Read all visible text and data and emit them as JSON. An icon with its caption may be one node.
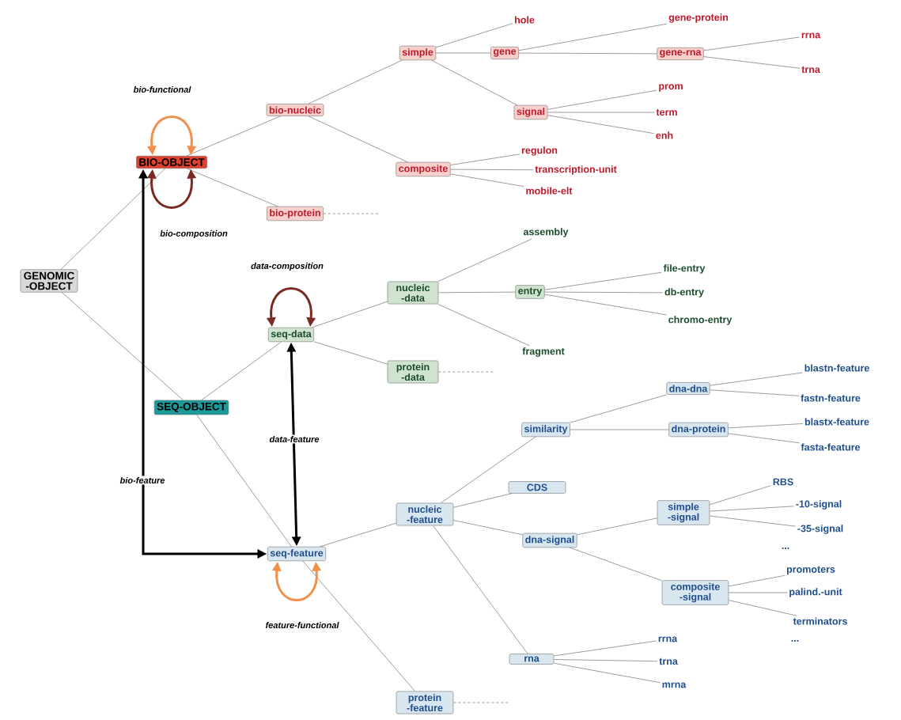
{
  "diagram": {
    "nodes": [
      {
        "text": [
          "GENOMIC -OBJECT"
        ]
      },
      {
        "text": [
          "BIO-OBJECT"
        ]
      },
      {
        "text": [
          "SEQ-OBJECT"
        ]
      },
      {
        "text": [
          "bio-nucleic"
        ]
      },
      {
        "text": [
          "bio-protein"
        ]
      },
      {
        "text": [
          "simple"
        ]
      },
      {
        "text": [
          "composite"
        ]
      },
      {
        "text": [
          "hole"
        ]
      },
      {
        "text": [
          "gene"
        ]
      },
      {
        "text": [
          "signal"
        ]
      },
      {
        "text": [
          "gene-protein"
        ]
      },
      {
        "text": [
          "gene-rna"
        ]
      },
      {
        "text": [
          "rrna"
        ]
      },
      {
        "text": [
          "trna"
        ]
      },
      {
        "text": [
          "prom"
        ]
      },
      {
        "text": [
          "term"
        ]
      },
      {
        "text": [
          "enh"
        ]
      },
      {
        "text": [
          "regulon"
        ]
      },
      {
        "text": [
          "transcription-unit"
        ]
      },
      {
        "text": [
          "mobile-elt"
        ]
      },
      {
        "text": [
          "seq-data"
        ]
      },
      {
        "text": [
          "nucleic -data"
        ]
      },
      {
        "text": [
          "protein -data"
        ]
      },
      {
        "text": [
          "assembly"
        ]
      },
      {
        "text": [
          "entry"
        ]
      },
      {
        "text": [
          "fragment"
        ]
      },
      {
        "text": [
          "file-entry"
        ]
      },
      {
        "text": [
          "db-entry"
        ]
      },
      {
        "text": [
          "chromo-entry"
        ]
      },
      {
        "text": [
          "seq-feature"
        ]
      },
      {
        "text": [
          "nucleic -feature"
        ]
      },
      {
        "text": [
          "protein -feature"
        ]
      },
      {
        "text": [
          "similarity"
        ]
      },
      {
        "text": [
          "CDS"
        ]
      },
      {
        "text": [
          "dna-signal"
        ]
      },
      {
        "text": [
          "rna"
        ]
      },
      {
        "text": [
          "dna-dna"
        ]
      },
      {
        "text": [
          "dna-protein"
        ]
      },
      {
        "text": [
          "simple -signal"
        ]
      },
      {
        "text": [
          "composite -signal"
        ]
      },
      {
        "text": [
          "blastn-feature"
        ]
      },
      {
        "text": [
          "fastn-feature"
        ]
      },
      {
        "text": [
          "blastx-feature"
        ]
      },
      {
        "text": [
          "fasta-feature"
        ]
      },
      {
        "text": [
          "RBS"
        ]
      },
      {
        "text": [
          "-10-signal"
        ]
      },
      {
        "text": [
          "-35-signal"
        ]
      },
      {
        "text": [
          "promoters"
        ]
      },
      {
        "text": [
          "palind.-unit"
        ]
      },
      {
        "text": [
          "terminators"
        ]
      },
      {
        "text": [
          "rrna"
        ]
      },
      {
        "text": [
          "trna"
        ]
      },
      {
        "text": [
          "mrna"
        ]
      }
    ],
    "edges": [
      {
        "from": 0,
        "to": 1,
        "arrow": "none"
      },
      {
        "from": 0,
        "to": 2,
        "arrow": "none"
      },
      {
        "from": 1,
        "to": 3,
        "arrow": "none"
      },
      {
        "from": 1,
        "to": 4,
        "arrow": "none"
      },
      {
        "from": 2,
        "to": 20,
        "arrow": "none"
      },
      {
        "from": 2,
        "to": 29,
        "arrow": "none"
      },
      {
        "from": 3,
        "to": 5,
        "arrow": "none"
      },
      {
        "from": 3,
        "to": 6,
        "arrow": "none"
      },
      {
        "from": 5,
        "to": 7,
        "arrow": "none"
      },
      {
        "from": 5,
        "to": 8,
        "arrow": "none"
      },
      {
        "from": 5,
        "to": 9,
        "arrow": "none"
      },
      {
        "from": 8,
        "to": 10,
        "arrow": "none"
      },
      {
        "from": 8,
        "to": 11,
        "arrow": "none"
      },
      {
        "from": 11,
        "to": 12,
        "arrow": "none"
      },
      {
        "from": 11,
        "to": 13,
        "arrow": "none"
      },
      {
        "from": 9,
        "to": 14,
        "arrow": "none"
      },
      {
        "from": 9,
        "to": 15,
        "arrow": "none"
      },
      {
        "from": 9,
        "to": 16,
        "arrow": "none"
      },
      {
        "from": 6,
        "to": 17,
        "arrow": "none"
      },
      {
        "from": 6,
        "to": 18,
        "arrow": "none"
      },
      {
        "from": 6,
        "to": 19,
        "arrow": "none"
      },
      {
        "from": 20,
        "to": 21,
        "arrow": "none"
      },
      {
        "from": 20,
        "to": 22,
        "arrow": "none"
      },
      {
        "from": 21,
        "to": 23,
        "arrow": "none"
      },
      {
        "from": 21,
        "to": 24,
        "arrow": "none"
      },
      {
        "from": 21,
        "to": 25,
        "arrow": "none"
      },
      {
        "from": 24,
        "to": 26,
        "arrow": "none"
      },
      {
        "from": 24,
        "to": 27,
        "arrow": "none"
      },
      {
        "from": 24,
        "to": 28,
        "arrow": "none"
      },
      {
        "from": 29,
        "to": 30,
        "arrow": "none"
      },
      {
        "from": 29,
        "to": 31,
        "arrow": "none"
      },
      {
        "from": 30,
        "to": 32,
        "arrow": "none"
      },
      {
        "from": 30,
        "to": 33,
        "arrow": "none"
      },
      {
        "from": 30,
        "to": 34,
        "arrow": "none"
      },
      {
        "from": 30,
        "to": 35,
        "arrow": "none"
      },
      {
        "from": 32,
        "to": 36,
        "arrow": "none"
      },
      {
        "from": 32,
        "to": 37,
        "arrow": "none"
      },
      {
        "from": 36,
        "to": 40,
        "arrow": "none"
      },
      {
        "from": 36,
        "to": 41,
        "arrow": "none"
      },
      {
        "from": 37,
        "to": 42,
        "arrow": "none"
      },
      {
        "from": 37,
        "to": 43,
        "arrow": "none"
      },
      {
        "from": 34,
        "to": 38,
        "arrow": "none"
      },
      {
        "from": 34,
        "to": 39,
        "arrow": "none"
      },
      {
        "from": 38,
        "to": 44,
        "arrow": "none"
      },
      {
        "from": 38,
        "to": 45,
        "arrow": "none"
      },
      {
        "from": 38,
        "to": 46,
        "arrow": "none"
      },
      {
        "from": 39,
        "to": 47,
        "arrow": "none"
      },
      {
        "from": 39,
        "to": 48,
        "arrow": "none"
      },
      {
        "from": 39,
        "to": 49,
        "arrow": "none"
      },
      {
        "from": 35,
        "to": 50,
        "arrow": "none"
      },
      {
        "from": 35,
        "to": 51,
        "arrow": "none"
      },
      {
        "from": 35,
        "to": 52,
        "arrow": "none"
      },
      {
        "from": 4,
        "to": null,
        "arrow": "none",
        "style": "dashed",
        "color": "#999999"
      },
      {
        "from": 22,
        "to": null,
        "arrow": "none",
        "style": "dashed",
        "color": "#999999"
      },
      {
        "from": 31,
        "to": null,
        "arrow": "none",
        "style": "dashed",
        "color": "#999999"
      },
      {
        "from": 1,
        "to": 1,
        "arrow": "both",
        "label": "bio-functional",
        "style": "thick",
        "color": "#f0904a"
      },
      {
        "from": 1,
        "to": 1,
        "arrow": "both",
        "label": "bio-composition",
        "style": "thick",
        "color": "#7a2a22"
      },
      {
        "from": 1,
        "to": 29,
        "arrow": "both",
        "label": "bio-feature",
        "style": "thick",
        "color": "#000000"
      },
      {
        "from": 20,
        "to": 20,
        "arrow": "both",
        "label": "data-composition",
        "style": "thick",
        "color": "#7a2a22"
      },
      {
        "from": 20,
        "to": 29,
        "arrow": "both",
        "label": "data-feature",
        "style": "thick",
        "color": "#000000"
      },
      {
        "from": 29,
        "to": 29,
        "arrow": "both",
        "label": "feature-functional",
        "style": "thick",
        "color": "#f0904a"
      }
    ],
    "labels": [
      "...",
      "..."
    ]
  }
}
